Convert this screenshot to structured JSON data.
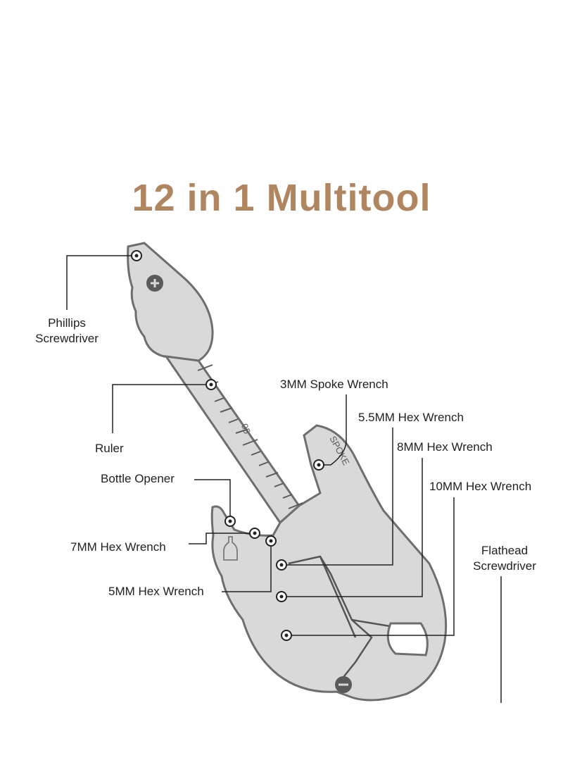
{
  "title": "12 in 1 Multitool",
  "colors": {
    "title": "#b08660",
    "tool_fill": "#d9d9d9",
    "tool_edge": "#6e6e6e",
    "leader": "#222222",
    "background": "#ffffff"
  },
  "ruler_mark": "05",
  "spoke_mark": "SPOKE",
  "labels": {
    "phillips_line1": "Phillips",
    "phillips_line2": "Screwdriver",
    "ruler": "Ruler",
    "bottle_opener": "Bottle Opener",
    "hex_7mm": "7MM Hex Wrench",
    "hex_5mm": "5MM Hex Wrench",
    "spoke_3mm": "3MM Spoke Wrench",
    "hex_5_5mm": "5.5MM Hex Wrench",
    "hex_8mm": "8MM Hex Wrench",
    "hex_10mm": "10MM Hex Wrench",
    "flathead_line1": "Flathead",
    "flathead_line2": "Screwdriver"
  }
}
